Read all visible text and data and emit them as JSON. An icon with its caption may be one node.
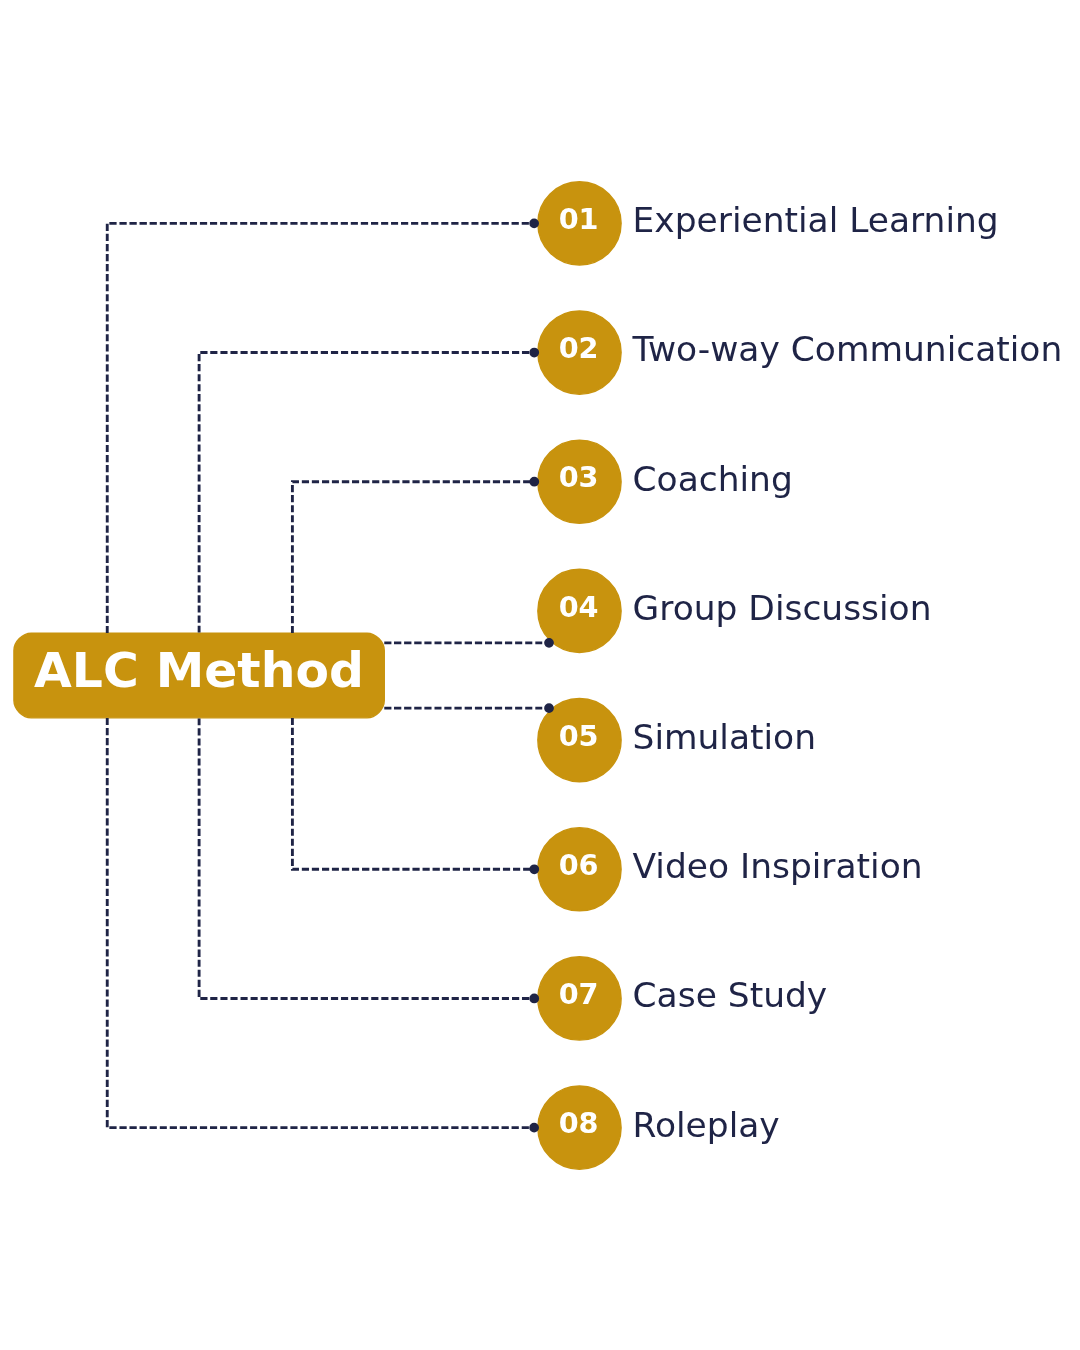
{
  "diagram": {
    "nodes": [
      {
        "text": [
          "ALC Method"
        ]
      },
      {
        "text": [
          "01"
        ],
        "beside": [
          "Experiential Learning"
        ]
      },
      {
        "text": [
          "02"
        ],
        "beside": [
          "Two-way Communication"
        ]
      },
      {
        "text": [
          "03"
        ],
        "beside": [
          "Coaching"
        ]
      },
      {
        "text": [
          "04"
        ],
        "beside": [
          "Group Discussion"
        ]
      },
      {
        "text": [
          "05"
        ],
        "beside": [
          "Simulation"
        ]
      },
      {
        "text": [
          "06"
        ],
        "beside": [
          "Video Inspiration"
        ]
      },
      {
        "text": [
          "07"
        ],
        "beside": [
          "Case Study"
        ]
      },
      {
        "text": [
          "08"
        ],
        "beside": [
          "Roleplay"
        ]
      }
    ],
    "edges": [
      {
        "from": 0,
        "to": 1,
        "arrow": "other",
        "style": "dashed"
      },
      {
        "from": 0,
        "to": 2,
        "arrow": "other",
        "style": "dashed"
      },
      {
        "from": 0,
        "to": 3,
        "arrow": "other",
        "style": "dashed"
      },
      {
        "from": 0,
        "to": 4,
        "arrow": "other",
        "style": "dashed"
      },
      {
        "from": 0,
        "to": 5,
        "arrow": "other",
        "style": "dashed"
      },
      {
        "from": 0,
        "to": 6,
        "arrow": "other",
        "style": "dashed"
      },
      {
        "from": 0,
        "to": 7,
        "arrow": "other",
        "style": "dashed"
      },
      {
        "from": 0,
        "to": 8,
        "arrow": "other",
        "style": "dashed"
      }
    ]
  }
}
